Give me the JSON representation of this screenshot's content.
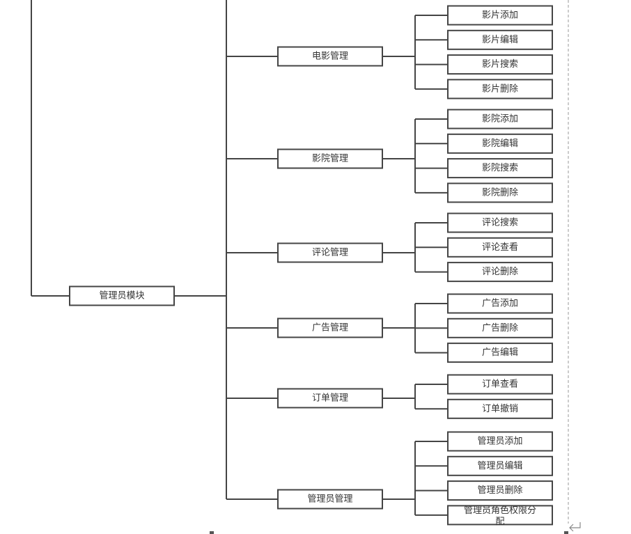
{
  "diagram": {
    "type": "tree",
    "colors": {
      "line": "#444444",
      "box_fill": "#ffffff",
      "text": "#333333",
      "margin_guide": "#9a9a9a"
    },
    "root": {
      "label": "管理员模块"
    },
    "modules": [
      {
        "label": "电影管理",
        "children": [
          "影片添加",
          "影片编辑",
          "影片搜索",
          "影片删除"
        ]
      },
      {
        "label": "影院管理",
        "children": [
          "影院添加",
          "影院编辑",
          "影院搜索",
          "影院删除"
        ]
      },
      {
        "label": "评论管理",
        "children": [
          "评论搜索",
          "评论查看",
          "评论删除"
        ]
      },
      {
        "label": "广告管理",
        "children": [
          "广告添加",
          "广告删除",
          "广告编辑"
        ]
      },
      {
        "label": "订单管理",
        "children": [
          "订单查看",
          "订单撤销"
        ]
      },
      {
        "label": "管理员管理",
        "children": [
          "管理员添加",
          "管理员编辑",
          "管理员删除",
          "管理员角色权限分配"
        ]
      }
    ],
    "paragraph_mark": "↵"
  }
}
